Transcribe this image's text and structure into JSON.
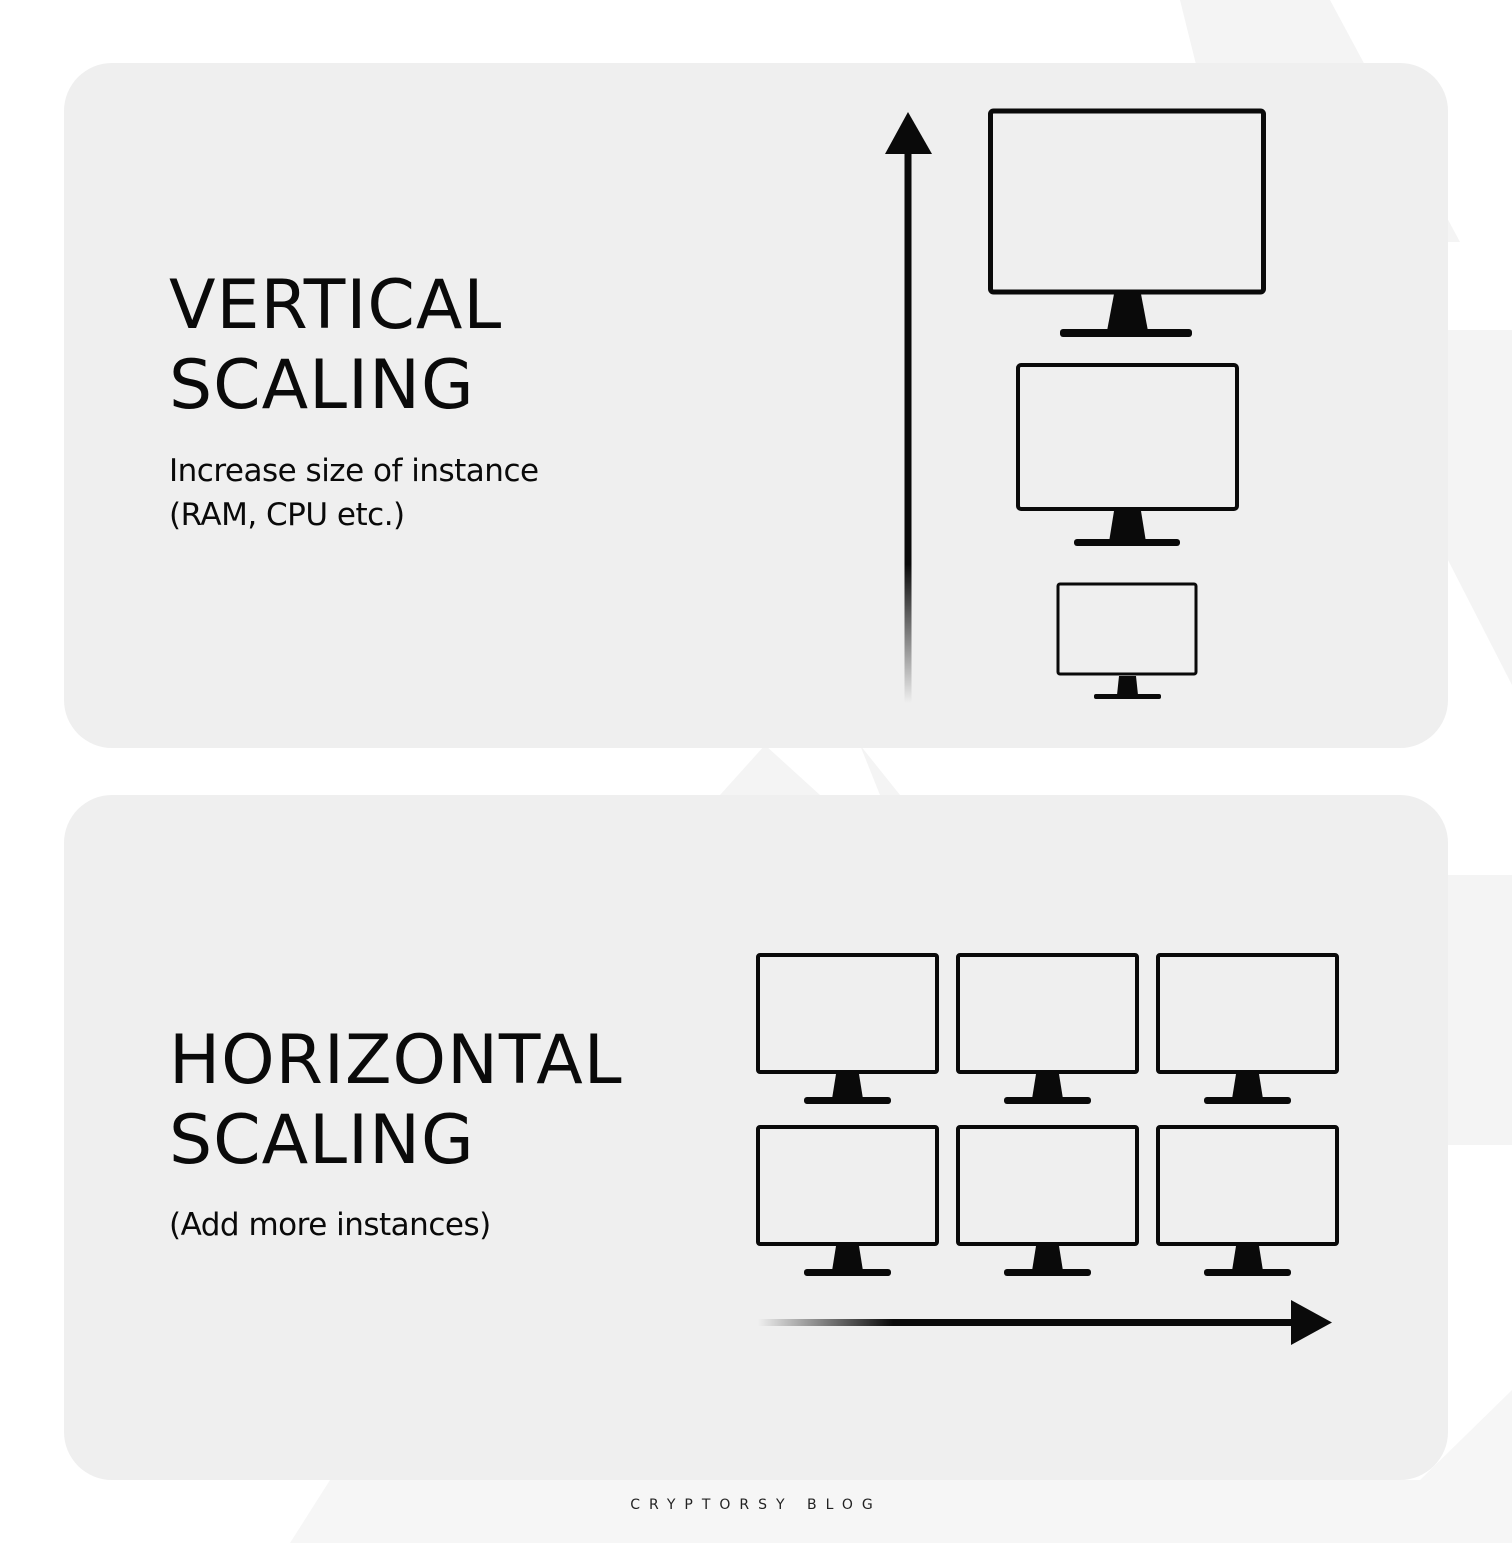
{
  "vertical": {
    "title_line1": "VERTICAL",
    "title_line2": "SCALING",
    "subtitle_line1": "Increase size of instance",
    "subtitle_line2": "(RAM, CPU etc.)"
  },
  "horizontal": {
    "title_line1": "HORIZONTAL",
    "title_line2": "SCALING",
    "subtitle_line1": "(Add more instances)"
  },
  "footer": "CRYPTORSY BLOG",
  "colors": {
    "card": "#efefef",
    "ink": "#0a0a0a",
    "background_shapes": "#f4f4f4"
  },
  "icons": [
    "monitor-icon",
    "arrow-up-icon",
    "arrow-right-icon"
  ]
}
